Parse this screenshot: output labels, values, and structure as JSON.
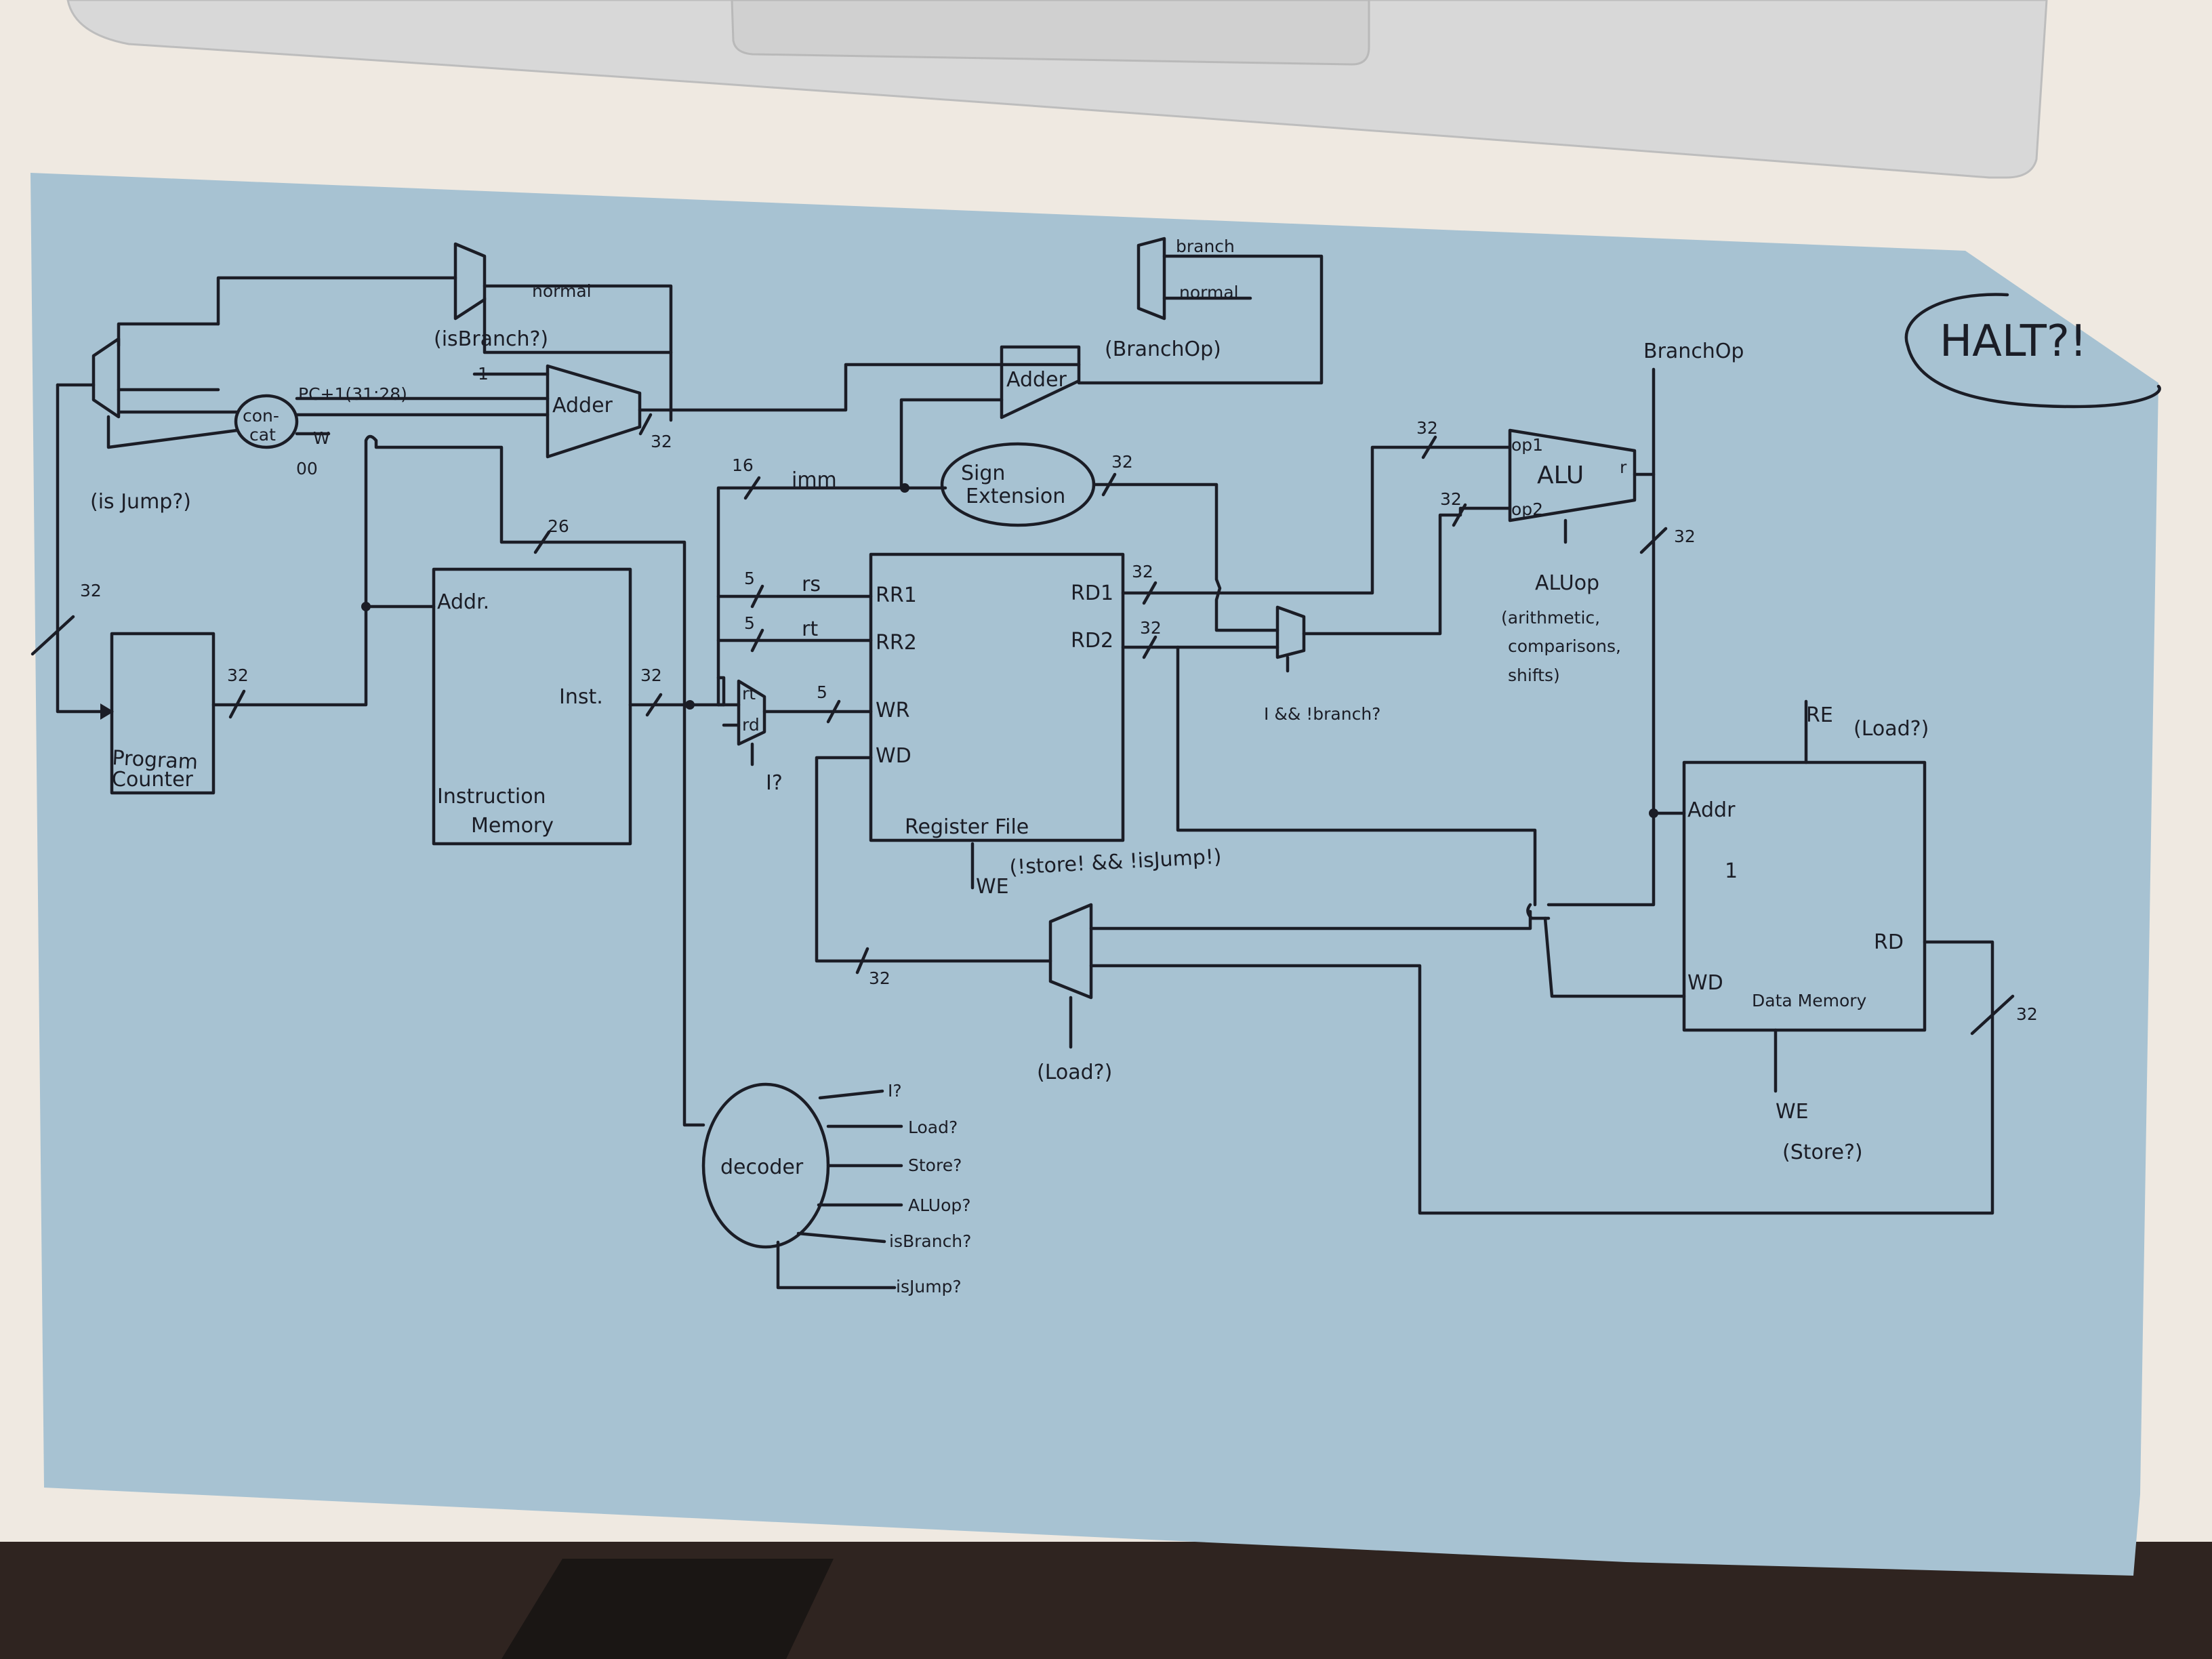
{
  "components": {
    "pc": [
      "Program",
      "Counter"
    ],
    "instruction_memory": {
      "addr": "Addr.",
      "inst": "Inst.",
      "name": [
        "Instruction",
        "Memory"
      ]
    },
    "register_file": {
      "rr1": "RR1",
      "rr2": "RR2",
      "wr": "WR",
      "wd": "WD",
      "rd1": "RD1",
      "rd2": "RD2",
      "name": "Register File",
      "we": "WE",
      "we_cond": "(!store! && !isJump!)"
    },
    "adder_pc": "Adder",
    "adder_branch": "Adder",
    "concat": [
      "con-",
      "cat"
    ],
    "sign_extension": [
      "Sign",
      "Extension"
    ],
    "alu": {
      "name": "ALU",
      "op1": "op1",
      "op2": "op2",
      "r": "r"
    },
    "data_memory": {
      "addr": "Addr",
      "rd": "RD",
      "wd": "WD",
      "name": "Data Memory",
      "re": "RE",
      "re_cond": "(Load?)",
      "we": "WE",
      "we_cond": "(Store?)",
      "mark": "1"
    },
    "decoder": {
      "name": "decoder",
      "outputs": [
        "I?",
        "Load?",
        "Store?",
        "ALUop?",
        "isBranch?",
        "isJump?"
      ]
    },
    "halt": "HALT?!"
  },
  "labels": {
    "normal_top": "normal",
    "is_branch": "(isBranch?)",
    "branch": "branch",
    "normal_right": "normal",
    "branch_op_mux": "(BranchOp)",
    "is_jump": "(is Jump?)",
    "pc_plus_1": "PC+1(31:28)",
    "const_1": "1",
    "zeros": "00",
    "imm": "imm",
    "rs": "rs",
    "rt": "rt",
    "rt_mux": "rt",
    "rd_mux": "rd",
    "i_mux": "I?",
    "i_and_not_branch": "I && !branch?",
    "branch_op": "BranchOp",
    "alu_op": [
      "ALUop",
      "(arithmetic,",
      "comparisons,",
      "shifts)"
    ],
    "load_mux": "(Load?)"
  },
  "bus_widths": {
    "w_adder_out": "32",
    "w_pc_in": "32",
    "w_pc_out": "32",
    "w_26": "26",
    "w_inst": "32",
    "w_16": "16",
    "w_5_rs": "5",
    "w_5_rt": "5",
    "w_5_wr": "5",
    "w_sext": "32",
    "w_rd1": "32",
    "w_rd2": "32",
    "w_op1": "32",
    "w_op2": "32",
    "w_alu_out": "32",
    "w_wb": "32",
    "w_dm_rd": "32",
    "w_w": "W"
  }
}
